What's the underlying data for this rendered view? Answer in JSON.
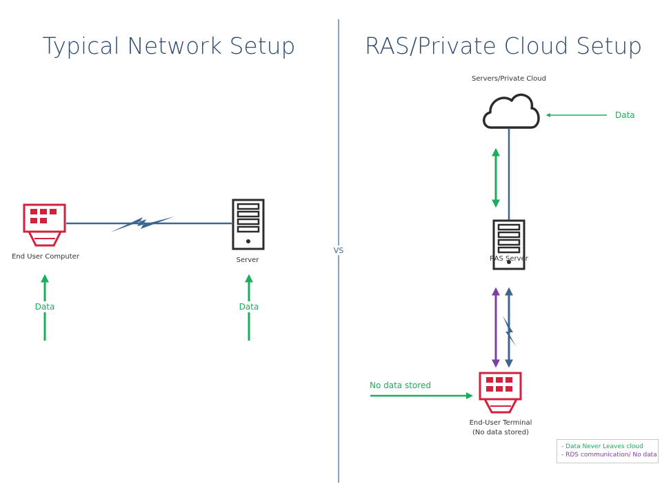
{
  "titles": {
    "left": "Typical Network Setup",
    "right": "RAS/Private Cloud Setup",
    "divider": "VS"
  },
  "left": {
    "computer_label": "End User Computer",
    "server_label": "Server",
    "data_label_1": "Data",
    "data_label_2": "Data"
  },
  "right": {
    "cloud_label": "Servers/Private Cloud",
    "cloud_data_label": "Data",
    "ras_label": "RAS Server",
    "terminal_label_1": "End-User Terminal",
    "terminal_label_2": "(No data stored)",
    "no_data_label": "No data stored"
  },
  "legend": {
    "line1": "- Data Never Leaves cloud",
    "line2": "- RDS communication/ No data"
  },
  "colors": {
    "green": "#1aae5c",
    "blue": "#3d6591",
    "purple": "#7b3fa5",
    "red": "#d3203c",
    "title": "#2d4a6e",
    "dark": "#2b2b2b"
  }
}
